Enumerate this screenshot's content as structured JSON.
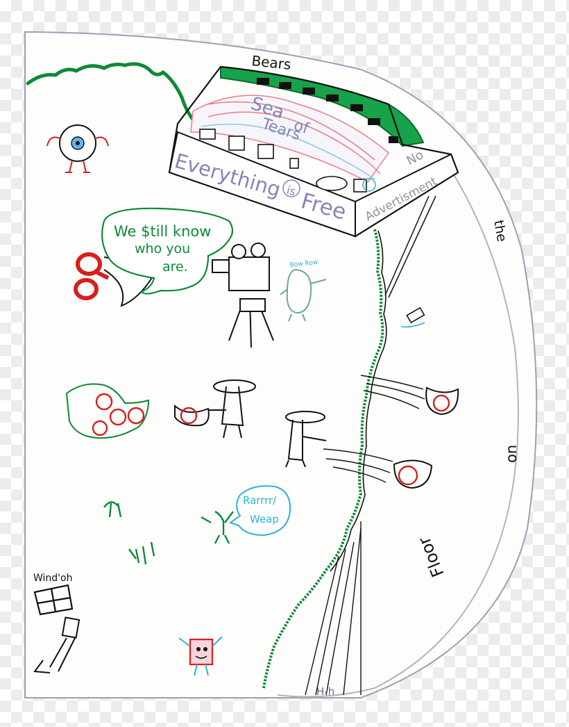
{
  "labels": {
    "bears": "Bears",
    "sea": "Sea",
    "of": "of",
    "tears": "Tears",
    "everything": "Everything",
    "is": "is",
    "free": "Free",
    "no": "No",
    "advertisement": "Advertisment",
    "speech_line1": "We $till know",
    "speech_line2": "who you",
    "speech_line3": "are.",
    "bow_row": "Bow Row",
    "rarrr_line1": "Rarrrr/",
    "rarrr_line2": "Weap",
    "window": "Wind'oh",
    "edge_the": "the",
    "edge_on": "on",
    "edge_floor": "Floor",
    "signature": "H-h"
  },
  "colors": {
    "paper": "#fdfdfb",
    "ink": "#111111",
    "green": "#0d8a35",
    "red": "#d81e1e",
    "lavender": "#8a82b6",
    "cyan": "#2bb3d6",
    "pink": "#ef7a8a",
    "gray": "#9a9aa8"
  }
}
